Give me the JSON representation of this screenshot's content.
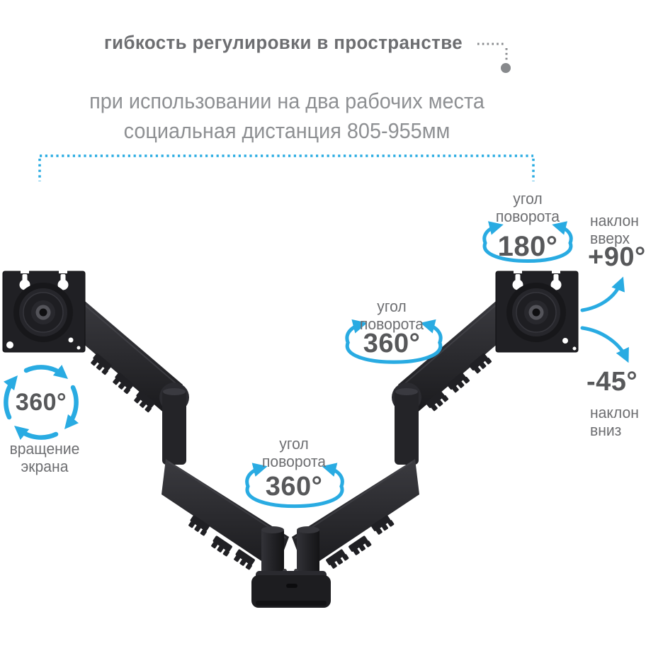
{
  "title": {
    "text": "гибкость регулировки в пространстве"
  },
  "subtitle": {
    "line1": "при использовании на два рабочих места",
    "line2": "социальная дистанция 805-955мм"
  },
  "annotations": {
    "arm_top_swivel": {
      "label1": "угол",
      "label2": "поворота",
      "value": "180°"
    },
    "arm_mid_swivel": {
      "label1": "угол",
      "label2": "поворота",
      "value": "360°"
    },
    "arm_base_swivel": {
      "label1": "угол",
      "label2": "поворота",
      "value": "360°"
    },
    "screen_rotation": {
      "value": "360°",
      "label1": "вращение",
      "label2": "экрана"
    },
    "tilt_up": {
      "label1": "наклон",
      "label2": "вверх",
      "value": "+90°"
    },
    "tilt_down": {
      "value": "-45°",
      "label1": "наклон",
      "label2": "вниз"
    }
  },
  "colors": {
    "accent_blue": "#29abe2",
    "value_text": "#57585a",
    "label_text": "#6d6e71",
    "subtitle_text": "#8e9093",
    "title_text": "#6d6e71",
    "product_black": "#1f1f23",
    "decor_gray": "#87898c"
  },
  "icons": [
    "rotation-swoosh-arrow-icon",
    "circular-rotation-arrow-icon",
    "tilt-up-arrow-icon",
    "tilt-down-arrow-icon",
    "distance-bracket-dotted-icon",
    "title-dotted-pointer-icon"
  ]
}
